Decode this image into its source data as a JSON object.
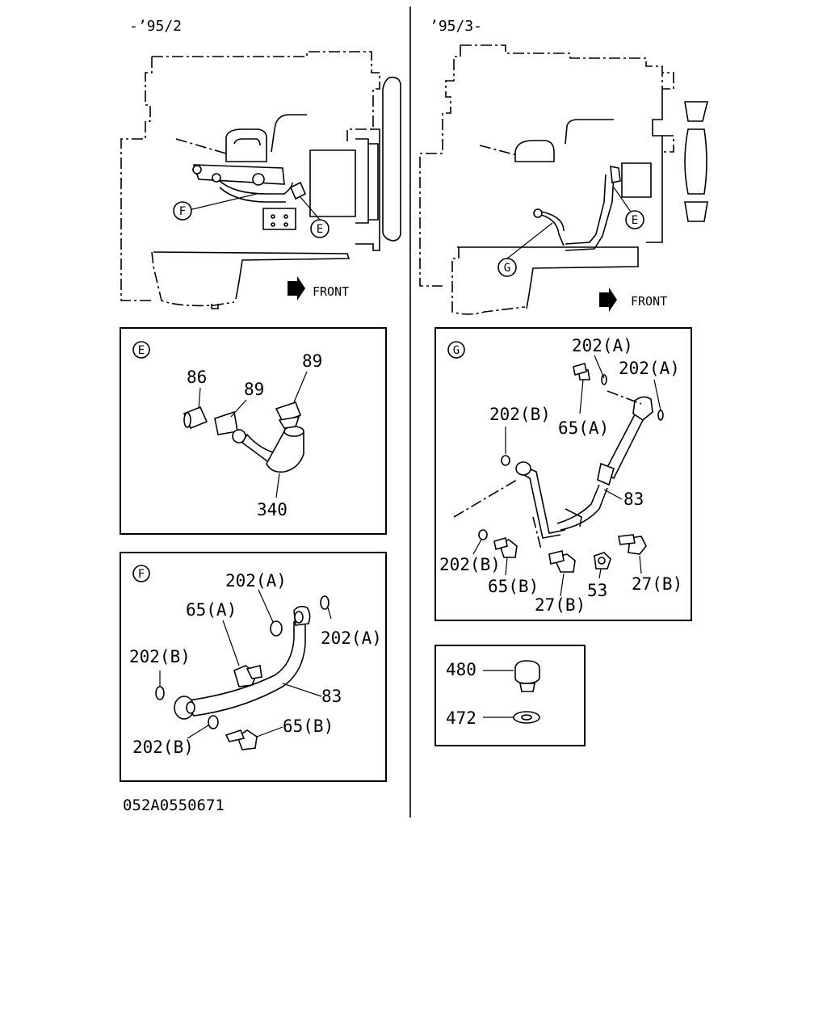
{
  "headers": {
    "left": "-’95/2",
    "right": "’95/3-"
  },
  "front_label": "FRONT",
  "callouts": {
    "E": "E",
    "F": "F",
    "G": "G"
  },
  "detail_E": {
    "p86": "86",
    "p89a": "89",
    "p89b": "89",
    "p340": "340"
  },
  "detail_F": {
    "p202A_top": "202(A)",
    "p65A": "65(A)",
    "p202A_right": "202(A)",
    "p202B_left": "202(B)",
    "p83": "83",
    "p65B": "65(B)",
    "p202B_bottom": "202(B)"
  },
  "detail_G": {
    "p202A_top": "202(A)",
    "p202A_right": "202(A)",
    "p202B_top": "202(B)",
    "p65A": "65(A)",
    "p83": "83",
    "p202B_bottom": "202(B)",
    "p65B": "65(B)",
    "p27B_mid": "27(B)",
    "p53": "53",
    "p27B_right": "27(B)"
  },
  "plug": {
    "p480": "480",
    "p472": "472"
  },
  "diagram_code": "052A0550671"
}
